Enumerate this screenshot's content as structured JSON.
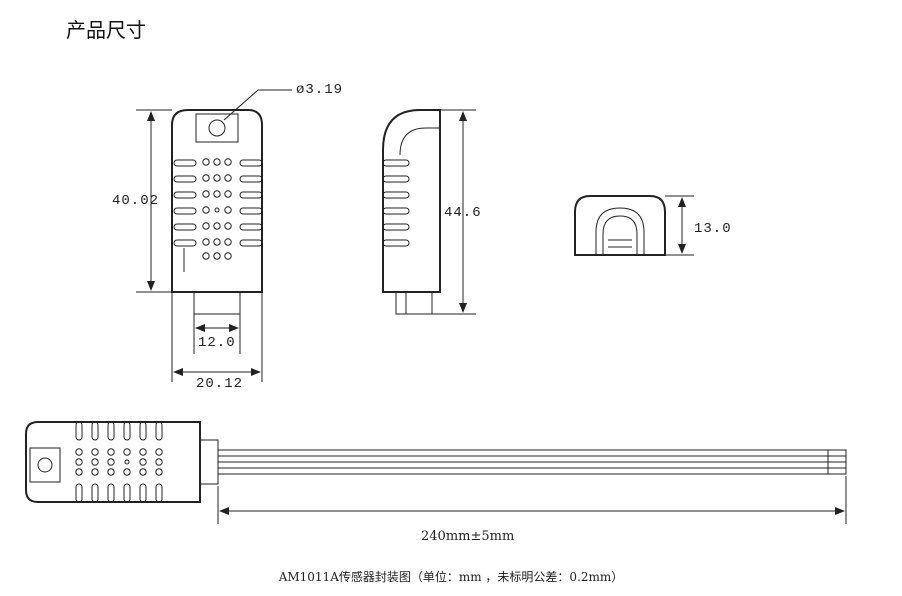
{
  "title": "产品尺寸",
  "dimensions": {
    "hole_diameter": "ø3.19",
    "height_front": "40.02",
    "width_bottom_inner": "12.0",
    "width_total": "20.12",
    "height_side": "44.6",
    "depth_top": "13.0",
    "cable_length": "240mm±5mm"
  },
  "caption": "AM1011A传感器封装图（单位：mm ，未标明公差：0.2mm）"
}
